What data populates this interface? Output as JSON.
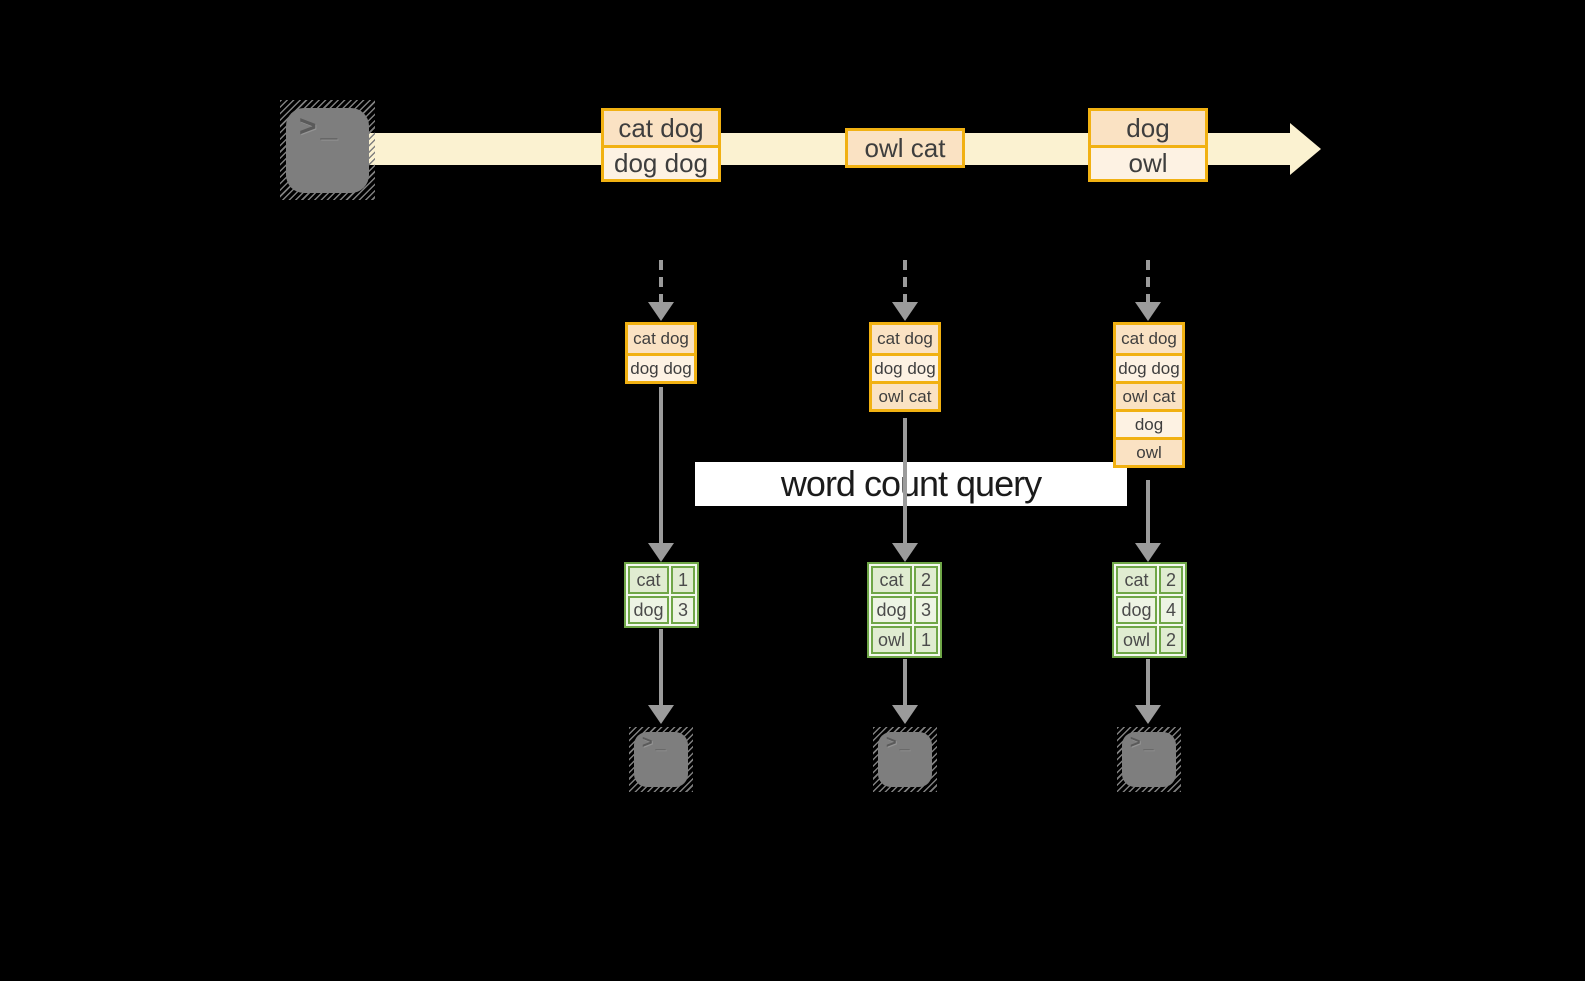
{
  "diagram": {
    "query_label": "word count query",
    "terminal_prompt": {
      "chevron": ">",
      "underscore": "_"
    },
    "stream_batches": [
      {
        "rows": [
          "cat dog",
          "dog dog"
        ]
      },
      {
        "rows": [
          "owl cat"
        ]
      },
      {
        "rows": [
          "dog",
          "owl"
        ]
      }
    ],
    "columns": [
      {
        "state_rows": [
          "cat dog",
          "dog dog"
        ],
        "counts": [
          {
            "word": "cat",
            "count": "1"
          },
          {
            "word": "dog",
            "count": "3"
          }
        ]
      },
      {
        "state_rows": [
          "cat dog",
          "dog dog",
          "owl cat"
        ],
        "counts": [
          {
            "word": "cat",
            "count": "2"
          },
          {
            "word": "dog",
            "count": "3"
          },
          {
            "word": "owl",
            "count": "1"
          }
        ]
      },
      {
        "state_rows": [
          "cat dog",
          "dog dog",
          "owl cat",
          "dog",
          "owl"
        ],
        "counts": [
          {
            "word": "cat",
            "count": "2"
          },
          {
            "word": "dog",
            "count": "4"
          },
          {
            "word": "owl",
            "count": "2"
          }
        ]
      }
    ],
    "colors": {
      "accent_orange": "#F1B112",
      "fill_peach": "#FAE2C3",
      "fill_cream": "#FDF2E3",
      "stream_band": "#FBF2D1",
      "green_border": "#6FA647",
      "green_fill_dark": "#E0ECD1",
      "green_fill_light": "#EDF4E4",
      "arrow_gray": "#9B9B9B",
      "terminal_gray": "#7E7E7E",
      "query_band_bg": "#FFFFFF"
    }
  }
}
